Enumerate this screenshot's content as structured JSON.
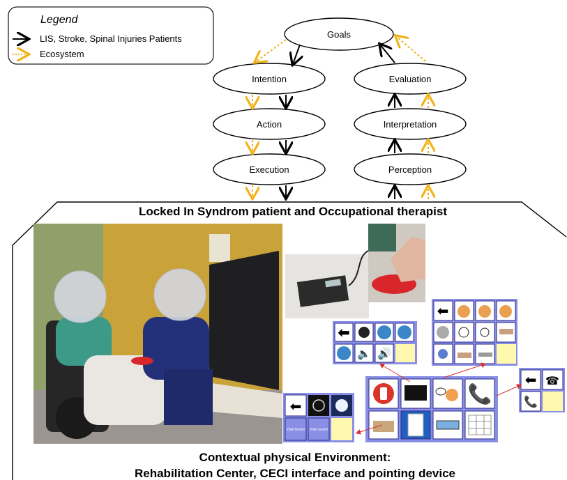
{
  "legend": {
    "title": "Legend",
    "items": [
      {
        "label": "LIS, Stroke, Spinal Injuries  Patients",
        "color": "#000000",
        "style": "solid"
      },
      {
        "label": "Ecosystem",
        "color": "#f2b21a",
        "style": "dotted"
      }
    ]
  },
  "nodes": {
    "goals": "Goals",
    "intention": "Intention",
    "action": "Action",
    "execution": "Execution",
    "evaluation": "Evaluation",
    "interpretation": "Interpretation",
    "perception": "Perception"
  },
  "banner": "Locked In Syndrom patient and Occupational therapist",
  "footer": {
    "line1": "Contextual physical  Environment:",
    "line2": "Rehabilitation Center, CECI interface and pointing device"
  },
  "panels": {
    "small_labels": [
      "Volet fermer",
      "Volet ouvert"
    ]
  },
  "colors": {
    "patient_arrow": "#000000",
    "ecosystem_arrow": "#f2b21a",
    "interface_bg": "#8a8fe6",
    "link_red": "#d83030"
  }
}
